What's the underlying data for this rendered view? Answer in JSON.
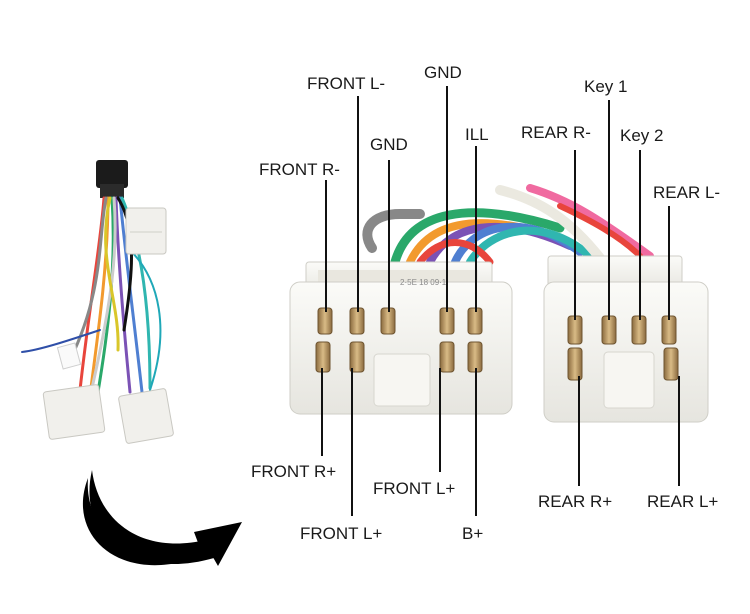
{
  "labels": {
    "front_l_minus": "FRONT L-",
    "gnd_top": "GND",
    "gnd_mid": "GND",
    "ill": "ILL",
    "front_r_minus": "FRONT R-",
    "rear_r_minus": "REAR R-",
    "key1": "Key 1",
    "key2": "Key 2",
    "rear_l_minus": "REAR L-",
    "front_r_plus": "FRONT R+",
    "front_l_plus_mid": "FRONT L+",
    "front_l_plus_low": "FRONT L+",
    "b_plus": "B+",
    "rear_r_plus": "REAR R+",
    "rear_l_plus": "REAR L+"
  },
  "connector_small_marking": "2·5E 18 09·1",
  "colors": {
    "leader": "#111111",
    "connector_body": "#f4f3ef",
    "pin": "#b08a58",
    "arrow": "#000000"
  },
  "wire_colors": [
    "#e8453c",
    "#f29a2e",
    "#2aa86a",
    "#7b52b5",
    "#4f7fd1",
    "#888888",
    "#f06aa0",
    "#30b6b0",
    "#d9c62a",
    "#111111"
  ]
}
